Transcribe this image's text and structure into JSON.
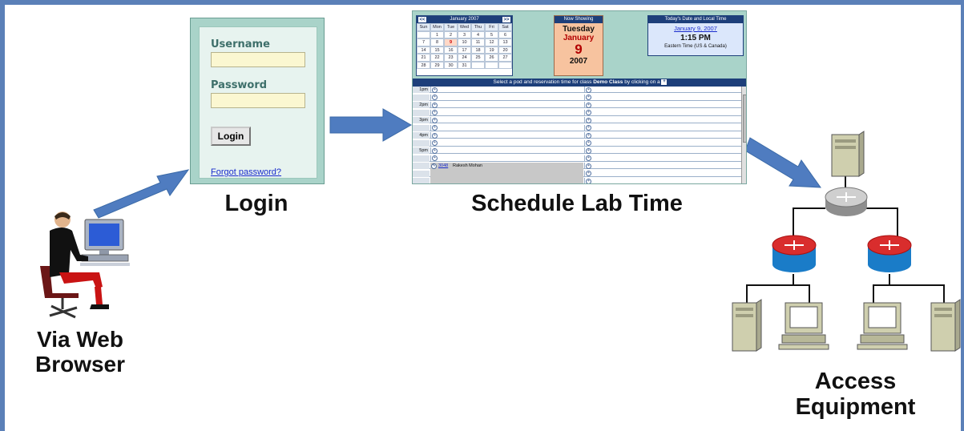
{
  "login": {
    "username_label": "Username",
    "password_label": "Password",
    "login_button": "Login",
    "forgot_link": "Forgot password?"
  },
  "schedule": {
    "calendar": {
      "prev": "<<",
      "next": ">>",
      "month_title": "January 2007",
      "days_of_week": [
        "Sun",
        "Mon",
        "Tue",
        "Wed",
        "Thu",
        "Fri",
        "Sat"
      ],
      "weeks": [
        [
          "",
          "1",
          "2",
          "3",
          "4",
          "5",
          "6"
        ],
        [
          "7",
          "8",
          "9",
          "10",
          "11",
          "12",
          "13"
        ],
        [
          "14",
          "15",
          "16",
          "17",
          "18",
          "19",
          "20"
        ],
        [
          "21",
          "22",
          "23",
          "24",
          "25",
          "26",
          "27"
        ],
        [
          "28",
          "29",
          "30",
          "31",
          "",
          "",
          ""
        ]
      ],
      "selected_day": "9"
    },
    "now_showing": {
      "header": "Now Showing",
      "weekday": "Tuesday",
      "month": "January",
      "day": "9",
      "year": "2007"
    },
    "local_time": {
      "header": "Today's Date and Local Time",
      "date": "January 9, 2007",
      "time": "1:15 PM",
      "timezone": "Eastern Time (US & Canada)"
    },
    "select_bar": {
      "prefix": "Select a pod and reservation time for class ",
      "class_name": "Demo Class",
      "suffix": " by clicking on a "
    },
    "time_labels": [
      "1pm",
      "2pm",
      "3pm",
      "4pm",
      "5pm"
    ],
    "booking": {
      "id": "3048",
      "name": "Rakesh Mohan"
    }
  },
  "captions": {
    "browser": "Via Web Browser",
    "login": "Login",
    "schedule": "Schedule Lab Time",
    "equipment": "Access Equipment"
  },
  "colors": {
    "arrow": "#4f7cc0",
    "frame": "#5b80b8",
    "router_red": "#d92d2d",
    "router_blue": "#1a7cc8",
    "computer": "#cfcfae"
  }
}
